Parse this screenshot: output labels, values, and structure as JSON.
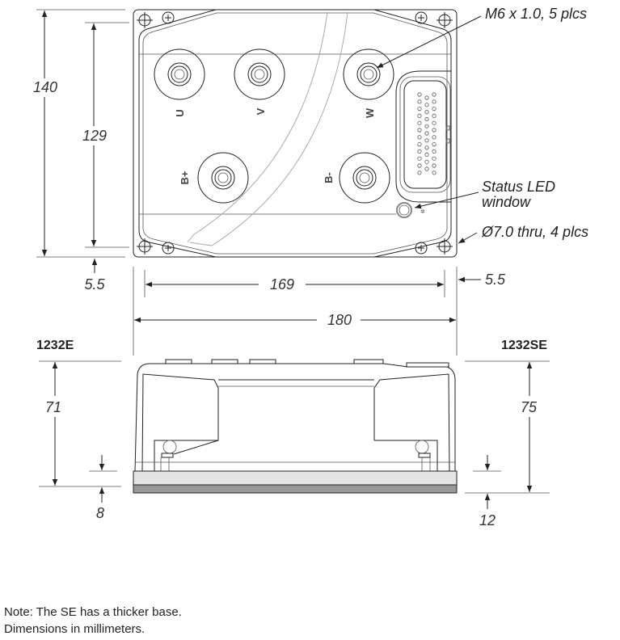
{
  "callouts": {
    "thread": "M6 x 1.0, 5 plcs",
    "led_line1": "Status LED",
    "led_line2": "window",
    "holes": "Ø7.0 thru, 4 plcs"
  },
  "terminals": [
    "U",
    "V",
    "W",
    "B+",
    "B-"
  ],
  "dimensions": {
    "overall_length": "140",
    "hole_spacing_length": "129",
    "edge_offset_left": "5.5",
    "hole_spacing_width": "169",
    "edge_offset_right": "5.5",
    "overall_width": "180",
    "height_1232E": "71",
    "base_1232E": "8",
    "height_1232SE": "75",
    "base_1232SE": "12"
  },
  "models": {
    "left": "1232E",
    "right": "1232SE"
  },
  "notes": [
    "Note: The SE has a thicker base.",
    "Dimensions in millimeters."
  ],
  "colors": {
    "base_light": "#e4e4e4",
    "base_dark": "#999999",
    "outline": "#222222",
    "led": "#888888"
  }
}
